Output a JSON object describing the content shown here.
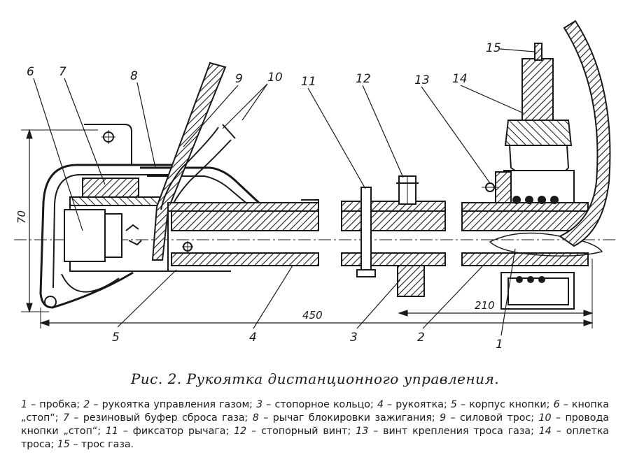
{
  "callouts": [
    "6",
    "7",
    "8",
    "9",
    "10",
    "11",
    "12",
    "13",
    "14",
    "15",
    "5",
    "4",
    "3",
    "2",
    "1"
  ],
  "dimensions": {
    "height": "70",
    "length": "450",
    "part": "210"
  },
  "caption": "Рис. 2. Рукоятка дистанционного управления.",
  "legend": [
    {
      "num": "1",
      "text": " – пробка; "
    },
    {
      "num": "2",
      "text": " – рукоятка управления газом; "
    },
    {
      "num": "3",
      "text": " – стопорное  кольцо; "
    },
    {
      "num": "4",
      "text": " – рукоятка; "
    },
    {
      "num": "5",
      "text": " – корпус кнопки; "
    },
    {
      "num": "6",
      "text": " – кнопка „стоп“; "
    },
    {
      "num": "7",
      "text": " – резиновый буфер сброса газа; "
    },
    {
      "num": "8",
      "text": " – рычаг блокировки зажигания; "
    },
    {
      "num": "9",
      "text": " – силовой трос; "
    },
    {
      "num": "10",
      "text": " – провода кнопки „стоп“; "
    },
    {
      "num": "11",
      "text": " – фиксатор рычага; "
    },
    {
      "num": "12",
      "text": " – стопорный винт; "
    },
    {
      "num": "13",
      "text": " – винт крепления троса газа; "
    },
    {
      "num": "14",
      "text": " – оплетка троса; "
    },
    {
      "num": "15",
      "text": " – трос газа."
    }
  ]
}
